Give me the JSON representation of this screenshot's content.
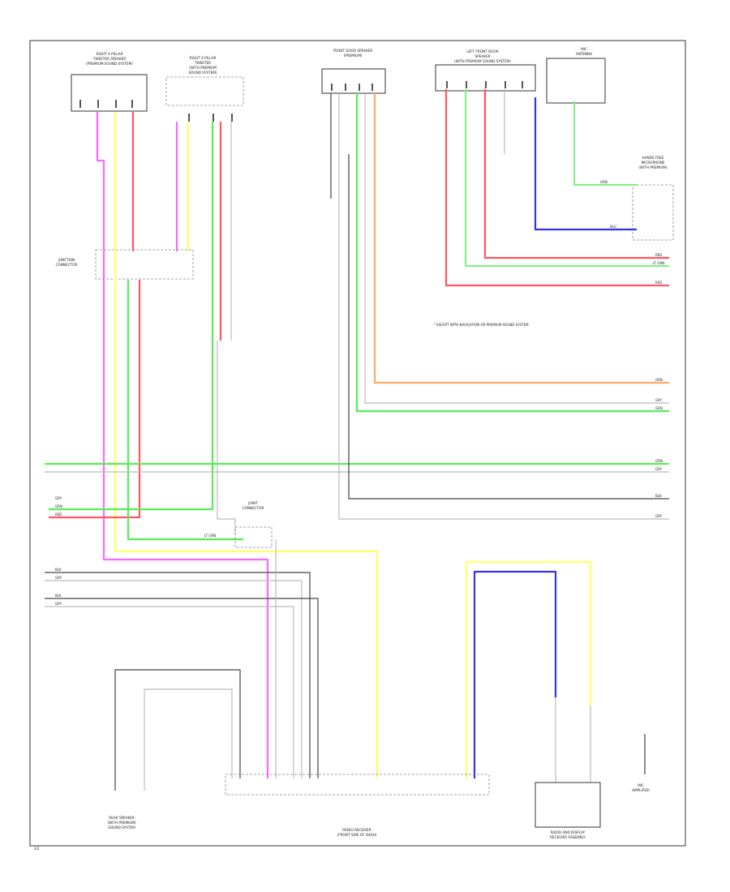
{
  "components": {
    "top_left_a": {
      "l1": "RIGHT A PILLAR",
      "l2": "TWEETER SPEAKER",
      "l3": "(PREMIUM SOUND SYSTEM)"
    },
    "top_left_b": {
      "l1": "RIGHT A PILLAR",
      "l2": "TWEETER",
      "l3": "(WITH PREMIUM",
      "l4": "SOUND SYSTEM)"
    },
    "top_mid": {
      "l1": "FRONT DOOR SPEAKER",
      "l2": "(PREMIUM)"
    },
    "top_right": {
      "l1": "LEFT FRONT DOOR",
      "l2": "SPEAKER",
      "l3": "(WITH PREMIUM SOUND SYSTEM)"
    },
    "top_far_right": {
      "l1": "MIC",
      "l2": "ANTENNA"
    },
    "right_mid": {
      "l1": "HANDS FREE",
      "l2": "MICROPHONE",
      "l3": "(WITH PREMIUM)"
    },
    "left_junction": {
      "l1": "JUNCTION",
      "l2": "CONNECTOR"
    },
    "center_conn": {
      "l1": "JOINT",
      "l2": "CONNECTOR"
    },
    "bottom_left": {
      "l1": "REAR SPEAKER",
      "l2": "(WITH PREMIUM)",
      "l3": "SOUND SYSTEM"
    },
    "bottom_center": {
      "l1": "RADIO RECEIVER",
      "l2": "(FRONT SIDE OF DASH)"
    },
    "bottom_right": {
      "l1": "RADIO AND DISPLAY",
      "l2": "RECEIVER ASSEMBLY"
    },
    "bottom_far_right": {
      "l1": "MIC",
      "l2": "AMPLIFIER"
    }
  },
  "note": "* EXCEPT WITH NAVIGATION OR PREMIUM SOUND SYSTEM",
  "wire_labels": {
    "orange": "ORN",
    "gray_a": "GRY",
    "green_a": "GRN",
    "green_main": "GRN",
    "gray_b": "GRY",
    "black": "BLK",
    "gray_c": "GRY",
    "left_gray": "GRY",
    "left_grn": "GRN",
    "left_red": "RED",
    "left_blk": "BLK",
    "left_gry2": "GRY",
    "left_blk2": "BLK",
    "left_gry3": "GRY",
    "center_grn": "LT GRN",
    "red_right1": "RED",
    "ltgrn_right": "LT GRN",
    "red_right2": "RED",
    "blue_right": "BLU",
    "grn_right": "GRN"
  },
  "colors": {
    "pink": "#ff66ff",
    "yellow": "#ffff66",
    "red": "#ff5566",
    "green": "#55ee55",
    "gray": "#bbbbbb",
    "black": "#444444",
    "orange": "#ffaa66",
    "blue": "#3333ee",
    "ltgreen": "#88ee88"
  },
  "page_number": "1/2"
}
